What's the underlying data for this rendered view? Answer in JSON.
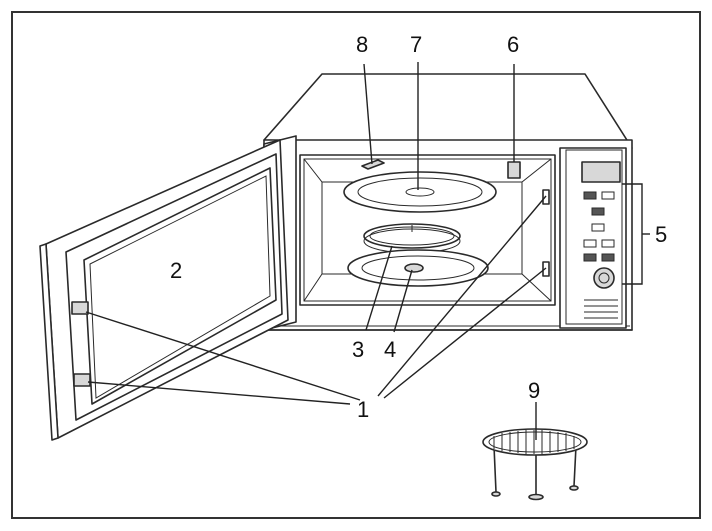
{
  "diagram": {
    "callouts": [
      {
        "id": "1",
        "label": "1"
      },
      {
        "id": "2",
        "label": "2"
      },
      {
        "id": "3",
        "label": "3"
      },
      {
        "id": "4",
        "label": "4"
      },
      {
        "id": "5",
        "label": "5"
      },
      {
        "id": "6",
        "label": "6"
      },
      {
        "id": "7",
        "label": "7"
      },
      {
        "id": "8",
        "label": "8"
      },
      {
        "id": "9",
        "label": "9"
      }
    ]
  },
  "colors": {
    "line": "#2a2a2a",
    "background": "#ffffff",
    "border": "#333333"
  }
}
